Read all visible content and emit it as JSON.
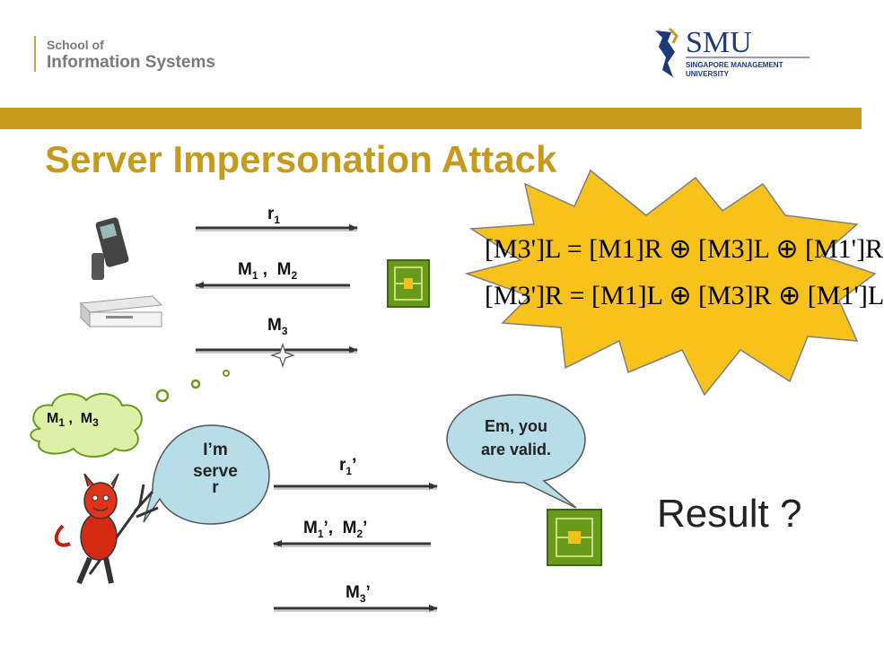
{
  "header": {
    "school_line1": "School of",
    "school_line2": "Information Systems",
    "logo_name": "SMU",
    "logo_sub1": "SINGAPORE MANAGEMENT",
    "logo_sub2": "UNIVERSITY"
  },
  "colors": {
    "gold": "#c69a1c",
    "explosion": "#f7c21c",
    "bubble": "#b7dde8",
    "cloud": "#ddf0a8",
    "arrow": "#333333"
  },
  "title": "Server Impersonation Attack",
  "top_exchange": {
    "msg1": {
      "base": "r",
      "sub": "1"
    },
    "msg2": {
      "a": "M",
      "a_sub": "1",
      "sep": " ,  ",
      "b": "M",
      "b_sub": "2"
    },
    "msg3": {
      "base": "M",
      "sub": "3"
    }
  },
  "equations": {
    "line1": "[M3']L = [M1]R ⊕ [M3]L ⊕ [M1']R",
    "line2": "[M3']R = [M1]L ⊕ [M3]R ⊕ [M1']L"
  },
  "thought": {
    "a": "M",
    "a_sub": "1",
    "sep": " ,  ",
    "b": "M",
    "b_sub": "3"
  },
  "attacker_speech": {
    "l1": "I’m",
    "l2": "serve",
    "l3": "r"
  },
  "tag_speech": {
    "l1": "Em, you",
    "l2": "are valid."
  },
  "bottom_exchange": {
    "msg1": {
      "base": "r",
      "sub": "1",
      "prime": "’"
    },
    "msg2": {
      "a": "M",
      "a_sub": "1",
      "a_prime": "’,  ",
      "b": "M",
      "b_sub": "2",
      "b_prime": "’"
    },
    "msg3": {
      "base": "M",
      "sub": "3",
      "prime": "’"
    }
  },
  "result": "Result ?"
}
